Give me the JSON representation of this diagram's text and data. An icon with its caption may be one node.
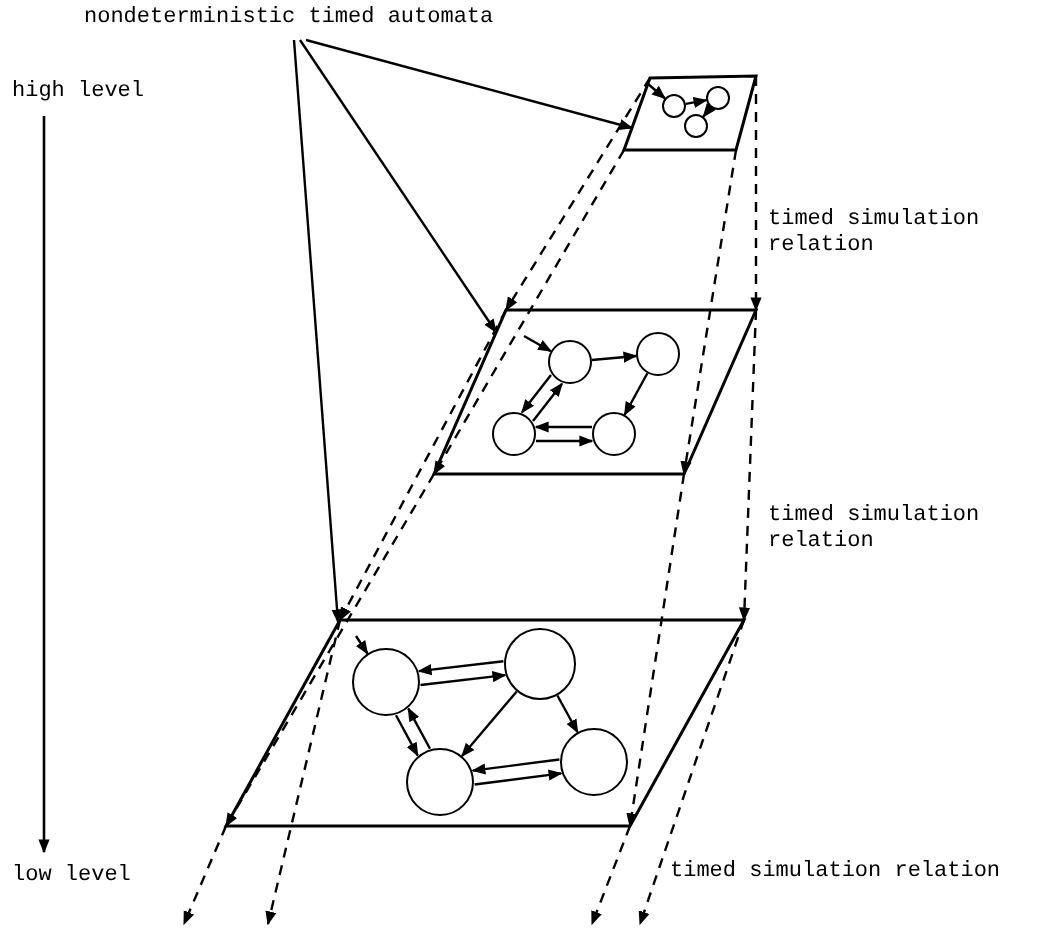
{
  "diagram": {
    "nodes": [
      {
        "text": [
          "nondeterministic timed automata"
        ]
      },
      {
        "text": [],
        "shape": "parallelogram"
      },
      {
        "text": [],
        "shape": "parallelogram"
      },
      {
        "text": [],
        "shape": "parallelogram"
      },
      {
        "text": [],
        "shape": "circle",
        "in": 1
      },
      {
        "text": [],
        "shape": "circle",
        "in": 1
      },
      {
        "text": [],
        "shape": "circle",
        "in": 1
      },
      {
        "text": [],
        "shape": "circle",
        "in": 2
      },
      {
        "text": [],
        "shape": "circle",
        "in": 2
      },
      {
        "text": [],
        "shape": "circle",
        "in": 2
      },
      {
        "text": [],
        "shape": "circle",
        "in": 2
      },
      {
        "text": [],
        "shape": "circle",
        "in": 3
      },
      {
        "text": [],
        "shape": "circle",
        "in": 3
      },
      {
        "text": [],
        "shape": "circle",
        "in": 3
      },
      {
        "text": [],
        "shape": "circle",
        "in": 3
      }
    ],
    "edges": [
      {
        "from": 0,
        "to": 1,
        "arrow": "to"
      },
      {
        "from": 0,
        "to": 2,
        "arrow": "to"
      },
      {
        "from": 0,
        "to": 3,
        "arrow": "to"
      },
      {
        "from": null,
        "to": 4,
        "arrow": "to"
      },
      {
        "from": 4,
        "to": 6,
        "arrow": "to"
      },
      {
        "from": 6,
        "to": 5,
        "arrow": "to"
      },
      {
        "from": null,
        "to": 7,
        "arrow": "to"
      },
      {
        "from": 7,
        "to": 8,
        "arrow": "to"
      },
      {
        "from": 8,
        "to": 10,
        "arrow": "to"
      },
      {
        "from": 9,
        "to": 10,
        "arrow": "to"
      },
      {
        "from": 10,
        "to": 9,
        "arrow": "to"
      },
      {
        "from": 7,
        "to": 9,
        "arrow": "to"
      },
      {
        "from": 9,
        "to": 7,
        "arrow": "to"
      },
      {
        "from": null,
        "to": 11,
        "arrow": "to"
      },
      {
        "from": 11,
        "to": 12,
        "arrow": "to"
      },
      {
        "from": 12,
        "to": 11,
        "arrow": "to"
      },
      {
        "from": 12,
        "to": 13,
        "arrow": "to"
      },
      {
        "from": 12,
        "to": 14,
        "arrow": "to"
      },
      {
        "from": 11,
        "to": 13,
        "arrow": "to"
      },
      {
        "from": 13,
        "to": 11,
        "arrow": "to"
      },
      {
        "from": 13,
        "to": 14,
        "arrow": "to"
      },
      {
        "from": 14,
        "to": 13,
        "arrow": "to"
      },
      {
        "from": 1,
        "to": 2,
        "arrow": "to",
        "style": "dashed"
      },
      {
        "from": 1,
        "to": 2,
        "arrow": "to",
        "style": "dashed"
      },
      {
        "from": 1,
        "to": 2,
        "arrow": "to",
        "style": "dashed"
      },
      {
        "from": 1,
        "to": 2,
        "arrow": "to",
        "style": "dashed"
      },
      {
        "from": 2,
        "to": 3,
        "arrow": "to",
        "style": "dashed"
      },
      {
        "from": 2,
        "to": 3,
        "arrow": "to",
        "style": "dashed"
      },
      {
        "from": 2,
        "to": 3,
        "arrow": "to",
        "style": "dashed"
      },
      {
        "from": 2,
        "to": 3,
        "arrow": "to",
        "style": "dashed"
      },
      {
        "from": 3,
        "to": null,
        "arrow": "to",
        "style": "dashed"
      },
      {
        "from": 3,
        "to": null,
        "arrow": "to",
        "style": "dashed"
      },
      {
        "from": 3,
        "to": null,
        "arrow": "to",
        "style": "dashed"
      },
      {
        "from": 3,
        "to": null,
        "arrow": "to",
        "style": "dashed"
      }
    ],
    "labels": [
      "high level",
      "timed simulation relation",
      "timed simulation relation",
      "timed simulation relation",
      "low level"
    ]
  }
}
